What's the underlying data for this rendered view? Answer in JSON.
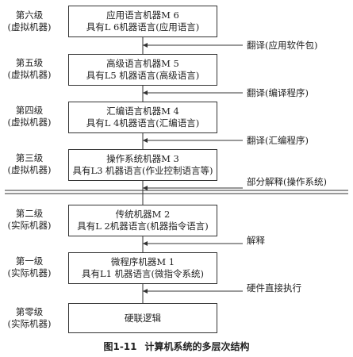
{
  "levels": [
    {
      "name": "第六级",
      "kind": "(虚拟机器)",
      "machine": "应用语言机器M 6",
      "language": "具有L 6机器语言(应用语言)",
      "translation": "翻译(应用软件包)"
    },
    {
      "name": "第五级",
      "kind": "(虚拟机器)",
      "machine": "高级语言机器M 5",
      "language": "具有L5 机器语言(高级语言)",
      "translation": "翻译(编译程序)"
    },
    {
      "name": "第四级",
      "kind": "(虚拟机器)",
      "machine": "汇编语言机器M 4",
      "language": "具有L 4机器语言(汇编语言)",
      "translation": "翻译(汇编程序)"
    },
    {
      "name": "第三级",
      "kind": "(虚拟机器)",
      "machine": "操作系统机器M 3",
      "language": "具有L3 机器语言(作业控制语言等)",
      "translation": "部分解释(操作系统)"
    },
    {
      "name": "第二级",
      "kind": "(实际机器)",
      "machine": "传统机器M 2",
      "language": "具有L 2机器语言(机器指令语言)",
      "translation": "解释"
    },
    {
      "name": "第一级",
      "kind": "(实际机器)",
      "machine": "微程序机器M 1",
      "language": "具有L1 机器语言(微指令系统)",
      "translation": "硬件直接执行"
    },
    {
      "name": "第零级",
      "kind": "(实际机器)",
      "machine": "硬联逻辑"
    }
  ],
  "caption": {
    "number": "图1-11",
    "title": "计算机系统的多层次结构"
  }
}
